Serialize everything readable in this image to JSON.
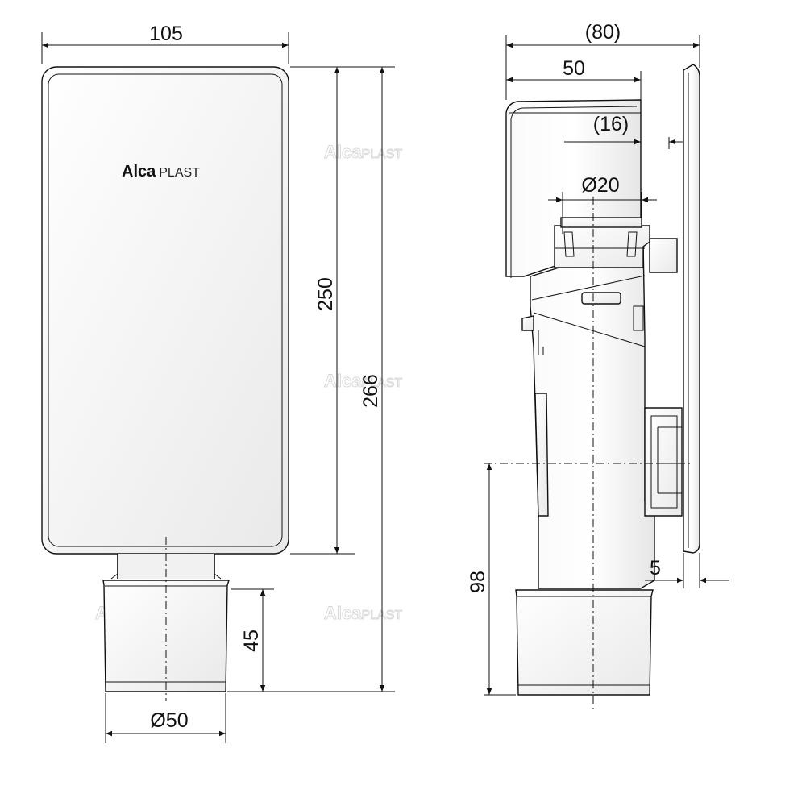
{
  "brand": {
    "name_bold": "Alca",
    "name_light": "PLAST"
  },
  "watermark": {
    "bold": "Alca",
    "light": "PLAST"
  },
  "dimensions": {
    "front_width": "105",
    "front_body_height": "250",
    "front_total_height": "266",
    "outlet_length": "45",
    "outlet_diameter": "Ø50",
    "side_depth": "(80)",
    "side_body_depth": "50",
    "side_inlet_offset": "(16)",
    "inlet_diameter": "Ø20",
    "outlet_axis_height": "98",
    "cover_thickness": "5"
  }
}
